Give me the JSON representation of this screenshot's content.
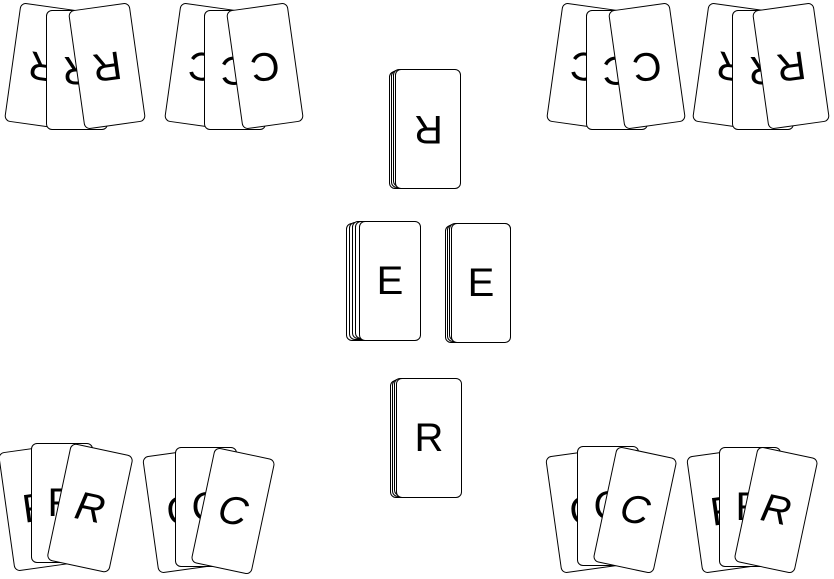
{
  "player_hands": {
    "top_left": [
      {
        "name": "hand-top-left-rulers",
        "cards": [
          "R",
          "R",
          "R"
        ]
      },
      {
        "name": "hand-top-left-commerce",
        "cards": [
          "C",
          "C",
          "C"
        ]
      }
    ],
    "top_right": [
      {
        "name": "hand-top-right-commerce",
        "cards": [
          "C",
          "C",
          "C"
        ]
      },
      {
        "name": "hand-top-right-rulers",
        "cards": [
          "R",
          "R",
          "R"
        ]
      }
    ],
    "bottom_left": [
      {
        "name": "hand-bottom-left-rulers",
        "cards": [
          "R",
          "R",
          "R"
        ]
      },
      {
        "name": "hand-bottom-left-commerce",
        "cards": [
          "C",
          "C",
          "C"
        ]
      }
    ],
    "bottom_right": [
      {
        "name": "hand-bottom-right-commerce",
        "cards": [
          "C",
          "C",
          "C"
        ]
      },
      {
        "name": "hand-bottom-right-rulers",
        "cards": [
          "R",
          "R",
          "R"
        ]
      }
    ]
  },
  "center_piles": {
    "top": {
      "label": "R",
      "count": 4
    },
    "left": {
      "label": "E",
      "count": 5
    },
    "right": {
      "label": "E",
      "count": 4
    },
    "bottom": {
      "label": "R",
      "count": 4
    }
  },
  "colors": {
    "card_border": "#000000",
    "card_face": "#ffffff",
    "background": "#ffffff"
  }
}
